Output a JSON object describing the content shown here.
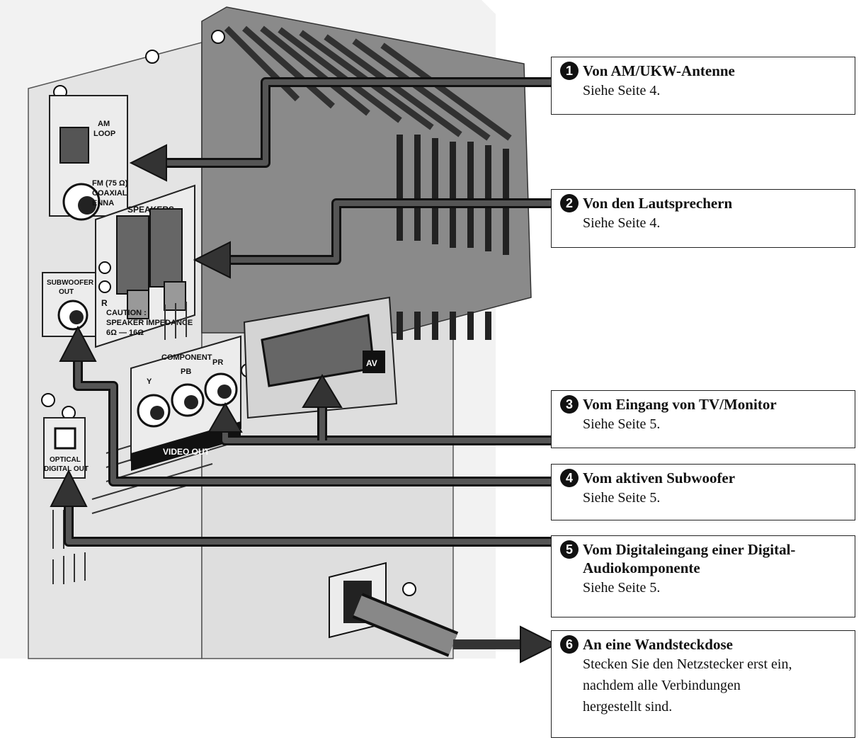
{
  "panel_labels": {
    "am_loop_1": "AM",
    "am_loop_2": "LOOP",
    "fm_1": "FM (75 Ω)",
    "fm_2": "COAXIAL",
    "fm_3": "ENNA",
    "speakers": "SPEAKERS",
    "r": "R",
    "caution_1": "CAUTION :",
    "caution_2": "SPEAKER IMPEDANCE",
    "caution_3": "6Ω — 16Ω",
    "subwoofer_1": "SUBWOOFER",
    "subwoofer_2": "OUT",
    "component": "COMPONENT",
    "y": "Y",
    "pb": "PB",
    "pr": "PR",
    "video_out": "VIDEO OUT",
    "optical_1": "OPTICAL",
    "optical_2": "DIGITAL OUT",
    "av": "AV"
  },
  "callouts": [
    {
      "num": "1",
      "title": "Von AM/UKW-Antenne",
      "body": [
        "Siehe Seite 4."
      ]
    },
    {
      "num": "2",
      "title": "Von den Lautsprechern",
      "body": [
        "Siehe Seite 4."
      ]
    },
    {
      "num": "3",
      "title": "Vom Eingang von TV/Monitor",
      "body": [
        "Siehe Seite 5."
      ]
    },
    {
      "num": "4",
      "title": "Vom aktiven Subwoofer",
      "body": [
        "Siehe Seite 5."
      ]
    },
    {
      "num": "5",
      "title": "Vom Digitaleingang einer Digital-Audiokomponente",
      "body": [
        "Siehe Seite 5."
      ]
    },
    {
      "num": "6",
      "title": "An eine Wandsteckdose",
      "body": [
        "Stecken Sie den Netzstecker erst ein,",
        "nachdem alle Verbindungen",
        "hergestellt sind."
      ]
    }
  ],
  "colors": {
    "cable": "#3c3c3c",
    "housing": "#8a8a8a",
    "panel": "#dcdcdc"
  }
}
